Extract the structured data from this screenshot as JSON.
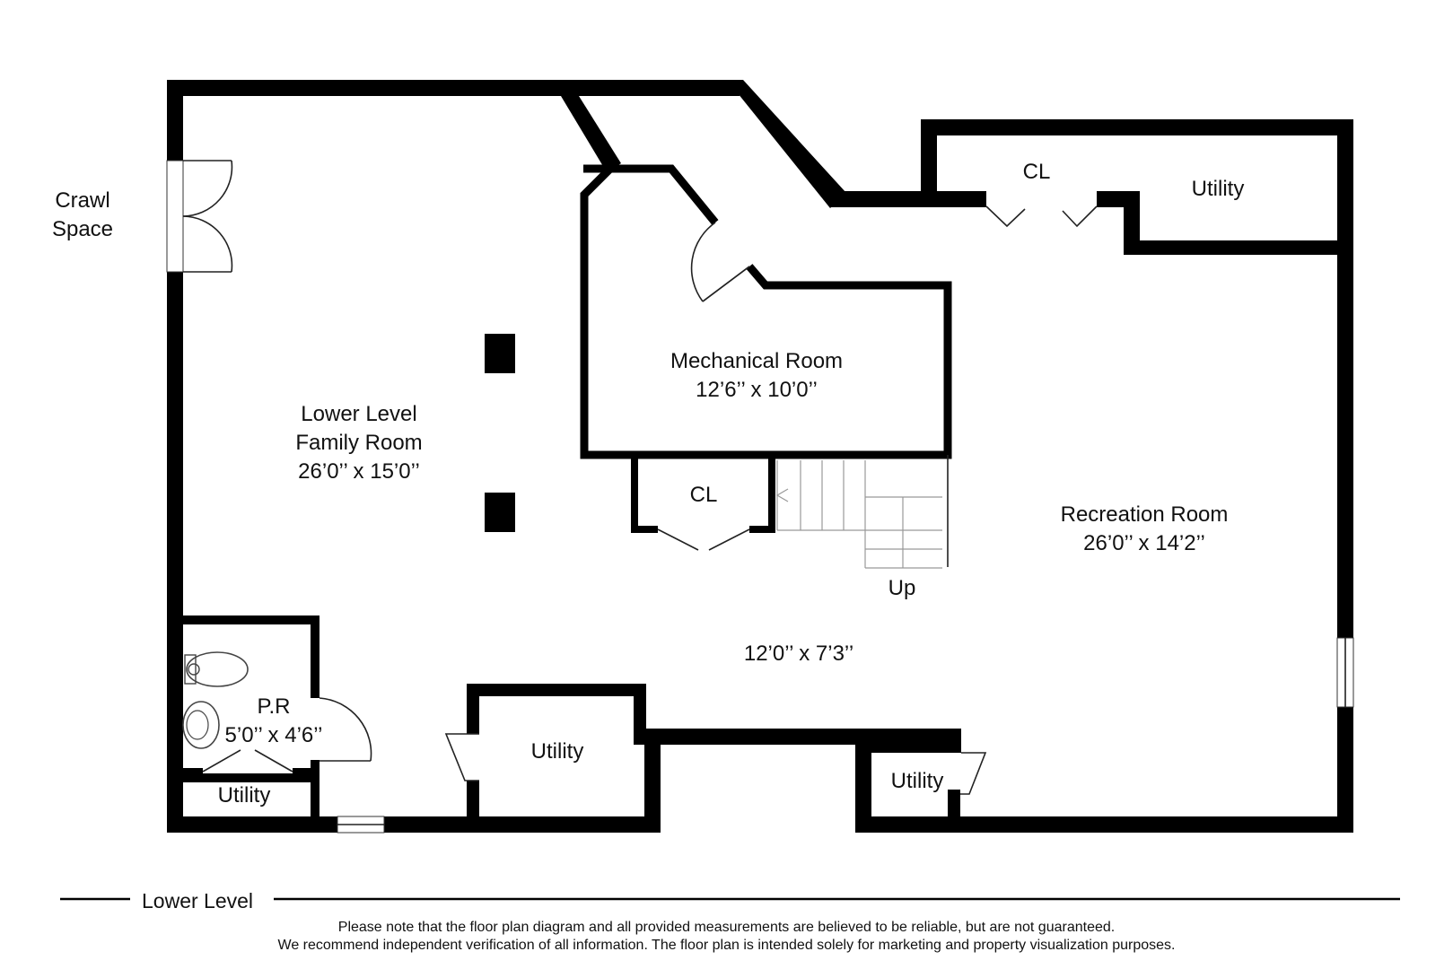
{
  "labels": {
    "crawl_space": [
      "Crawl",
      "Space"
    ],
    "family_room": [
      "Lower Level",
      "Family Room",
      "26’0’’ x 15’0’’"
    ],
    "mechanical_room": [
      "Mechanical Room",
      "12’6’’ x 10’0’’"
    ],
    "recreation_room": [
      "Recreation Room",
      "26’0’’ x 14’2’’"
    ],
    "hall_dimension": "12’0’’ x 7’3’’",
    "closet_top": "CL",
    "closet_center": "CL",
    "utility_top_right": "Utility",
    "utility_bottom_center": "Utility",
    "utility_bottom_right": "Utility",
    "utility_bottom_left": "Utility",
    "powder_room": [
      "P.R",
      "5’0’’ x 4’6’’"
    ],
    "stairs": "Up"
  },
  "footer": {
    "level_title": "Lower Level",
    "disclaimer_line1": "Please note that the floor plan diagram and all provided measurements are believed to be reliable, but are not guaranteed.",
    "disclaimer_line2": "We recommend independent verification of all information. The floor plan is intended solely for marketing and property visualization purposes."
  }
}
